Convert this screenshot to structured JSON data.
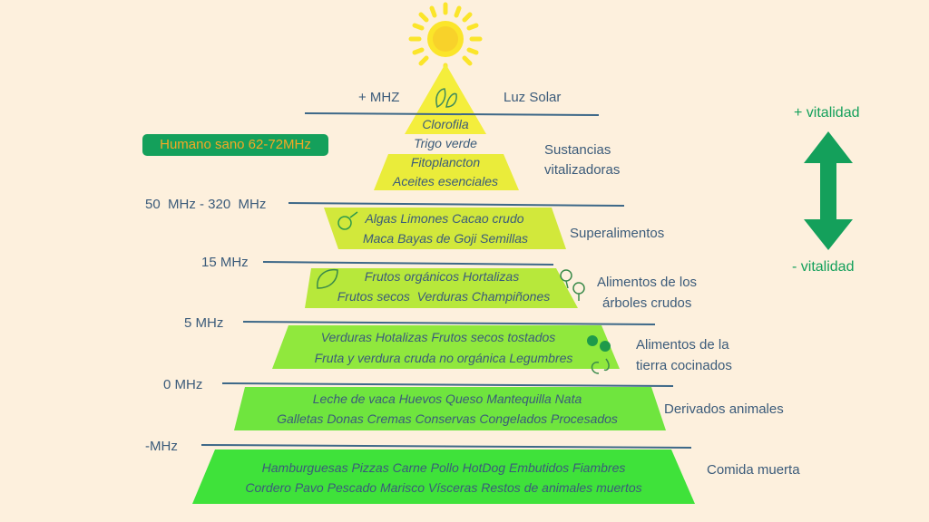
{
  "colors": {
    "background": "#fdf0dd",
    "text": "#3b5b7a",
    "accent": "#14a05b",
    "badge_text": "#f7a823",
    "sun": "#fbe52a"
  },
  "badge": "Humano sano 62-72MHz",
  "vitality": {
    "top": "+ vitalidad",
    "bottom": "- vitalidad"
  },
  "levels": [
    "+ MHZ",
    "50  MHz - 320  MHz",
    "15 MHz",
    "5 MHz",
    "0 MHz",
    "-MHz"
  ],
  "tiers": [
    {
      "category": "Luz Solar",
      "items": [
        "Clorofila"
      ]
    },
    {
      "category": [
        "Sustancias",
        "vitalizadoras"
      ],
      "items": [
        "Trigo verde",
        "Fitoplancton",
        "Aceites esenciales"
      ]
    },
    {
      "category": "Superalimentos",
      "items": [
        "Algas Limones Cacao crudo",
        "Maca Bayas de Goji Semillas"
      ]
    },
    {
      "category": [
        "Alimentos de los",
        "árboles crudos"
      ],
      "items": [
        "Frutos orgánicos Hortalizas",
        "Frutos secos  Verduras Champiñones"
      ]
    },
    {
      "category": [
        "Alimentos de la",
        "tierra cocinados"
      ],
      "items": [
        "Verduras Hotalizas Frutos secos tostados",
        "Fruta y verdura cruda no orgánica Legumbres"
      ]
    },
    {
      "category": "Derivados animales",
      "items": [
        "Leche de vaca Huevos Queso Mantequilla Nata",
        "Galletas Donas Cremas Conservas Congelados Procesados"
      ]
    },
    {
      "category": "Comida muerta",
      "items": [
        "Hamburguesas Pizzas Carne Pollo HotDog Embutidos Fiambres",
        "Cordero Pavo Pescado Marisco Vísceras Restos de animales muertos"
      ]
    }
  ]
}
